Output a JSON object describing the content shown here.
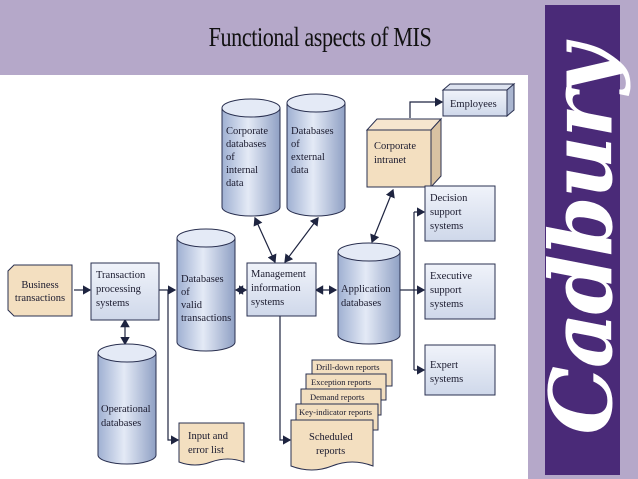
{
  "slide": {
    "title": "Functional aspects of MIS",
    "logo_text": "Cadbury"
  },
  "colors": {
    "header_band": "#b5a8c9",
    "logo_strip": "#4a2a78",
    "node_fill": "#dde3f0",
    "cylinder_fill": "#c8d2e6",
    "stroke": "#2a3050"
  },
  "nodes": {
    "business_transactions": [
      "Business",
      "transactions"
    ],
    "tps": [
      "Transaction",
      "processing",
      "systems"
    ],
    "valid_db": [
      "Databases",
      "of",
      "valid",
      "transactions"
    ],
    "mis": [
      "Management",
      "information",
      "systems"
    ],
    "corporate_internal": [
      "Corporate",
      "databases",
      "of",
      "internal",
      "data"
    ],
    "external_db": [
      "Databases",
      "of",
      "external",
      "data"
    ],
    "application_db": [
      "Application",
      "databases"
    ],
    "corporate_intranet": [
      "Corporate",
      "intranet"
    ],
    "employees": [
      "Employees"
    ],
    "dss": [
      "Decision",
      "support",
      "systems"
    ],
    "ess": [
      "Executive",
      "support",
      "systems"
    ],
    "expert": [
      "Expert",
      "systems"
    ],
    "operational_db": [
      "Operational",
      "databases"
    ],
    "input_error": [
      "Input and",
      "error list"
    ],
    "reports": [
      "Drill-down reports",
      "Exception reports",
      "Demand reports",
      "Key-indicator reports"
    ],
    "scheduled": [
      "Scheduled",
      "reports"
    ]
  }
}
